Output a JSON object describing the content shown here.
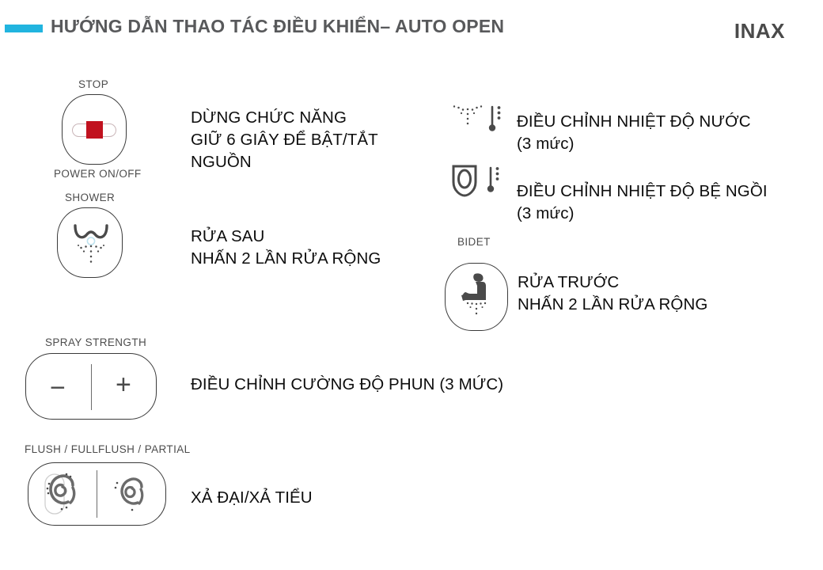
{
  "header": {
    "title": "HƯỚNG DẪN THAO TÁC ĐIỀU KHIỂN– AUTO OPEN",
    "brand": "INAX",
    "accent_color": "#21b4df",
    "title_color": "#58595b"
  },
  "buttons": {
    "stop": {
      "caption_top": "STOP",
      "caption_bottom": "POWER ON/OFF",
      "icon": "stop-pill-icon",
      "accent_color": "#c1121f"
    },
    "shower": {
      "caption_top": "SHOWER",
      "icon": "rear-wash-spray-icon"
    },
    "bidet": {
      "caption_top": "BIDET",
      "icon": "front-wash-seated-figure-icon"
    },
    "spray_strength": {
      "caption_top": "SPRAY STRENGTH",
      "minus_label": "−",
      "plus_label": "+"
    },
    "flush": {
      "caption_full": "FLUSH / FULL",
      "caption_partial": "FLUSH / PARTIAL",
      "icon_full": "flush-full-swirl-icon",
      "icon_partial": "flush-partial-swirl-icon"
    }
  },
  "descriptions": {
    "stop": "DỪNG CHỨC NĂNG\nGIỮ 6 GIÂY ĐỂ BẬT/TẮT\nNGUỒN",
    "shower": "RỬA SAU\nNHẤN 2 LẦN RỬA RỘNG",
    "water_temp": "ĐIỀU CHỈNH NHIỆT ĐỘ NƯỚC\n(3 mức)",
    "seat_temp": "ĐIỀU CHỈNH NHIỆT ĐỘ BỆ NGỒI\n(3 mức)",
    "bidet": "RỬA TRƯỚC\nNHẤN 2 LẦN RỬA RỘNG",
    "spray_strength": "ĐIỀU CHỈNH CƯỜNG ĐỘ PHUN (3 MỨC)",
    "flush": "XẢ ĐẠI/XẢ TIỂU"
  },
  "indicators": {
    "water_temp": {
      "icon": "water-temperature-thermometer-icon",
      "levels": 3
    },
    "seat_temp": {
      "icon": "seat-temperature-thermometer-icon",
      "levels": 3
    }
  }
}
